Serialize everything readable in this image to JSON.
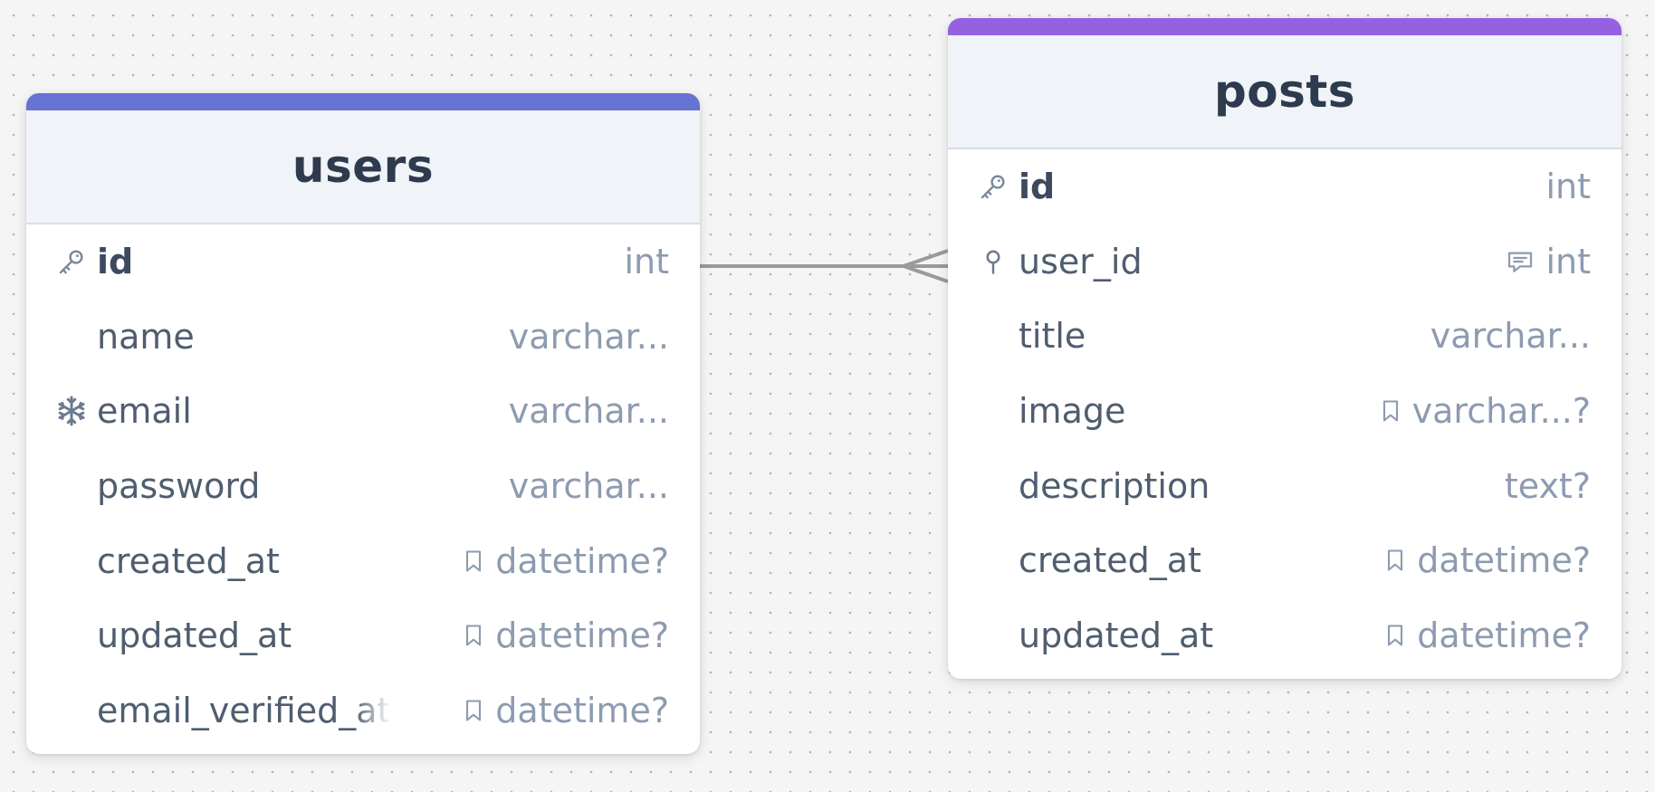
{
  "diagram": {
    "tables": [
      {
        "name": "users",
        "accent_color": "#6573d2",
        "columns": [
          {
            "name": "id",
            "type": "int",
            "icon": "key-icon",
            "primary": true
          },
          {
            "name": "name",
            "type": "varchar..."
          },
          {
            "name": "email",
            "type": "varchar...",
            "icon": "snowflake-icon"
          },
          {
            "name": "password",
            "type": "varchar..."
          },
          {
            "name": "created_at",
            "type": "datetime?",
            "type_icon": "bookmark-icon"
          },
          {
            "name": "updated_at",
            "type": "datetime?",
            "type_icon": "bookmark-icon"
          },
          {
            "name": "email_verified_at",
            "type": "datetime?",
            "type_icon": "bookmark-icon"
          }
        ]
      },
      {
        "name": "posts",
        "accent_color": "#9461e0",
        "columns": [
          {
            "name": "id",
            "type": "int",
            "icon": "key-icon",
            "primary": true
          },
          {
            "name": "user_id",
            "type": "int",
            "icon": "foreign-key-pin-icon",
            "type_icon": "comment-icon"
          },
          {
            "name": "title",
            "type": "varchar..."
          },
          {
            "name": "image",
            "type": "varchar...?",
            "type_icon": "bookmark-icon"
          },
          {
            "name": "description",
            "type": "text?"
          },
          {
            "name": "created_at",
            "type": "datetime?",
            "type_icon": "bookmark-icon"
          },
          {
            "name": "updated_at",
            "type": "datetime?",
            "type_icon": "bookmark-icon"
          }
        ]
      }
    ],
    "relations": [
      {
        "from": "users.id",
        "to": "posts.user_id",
        "cardinality": "one-to-many",
        "color": "#9a9a9a"
      }
    ]
  }
}
